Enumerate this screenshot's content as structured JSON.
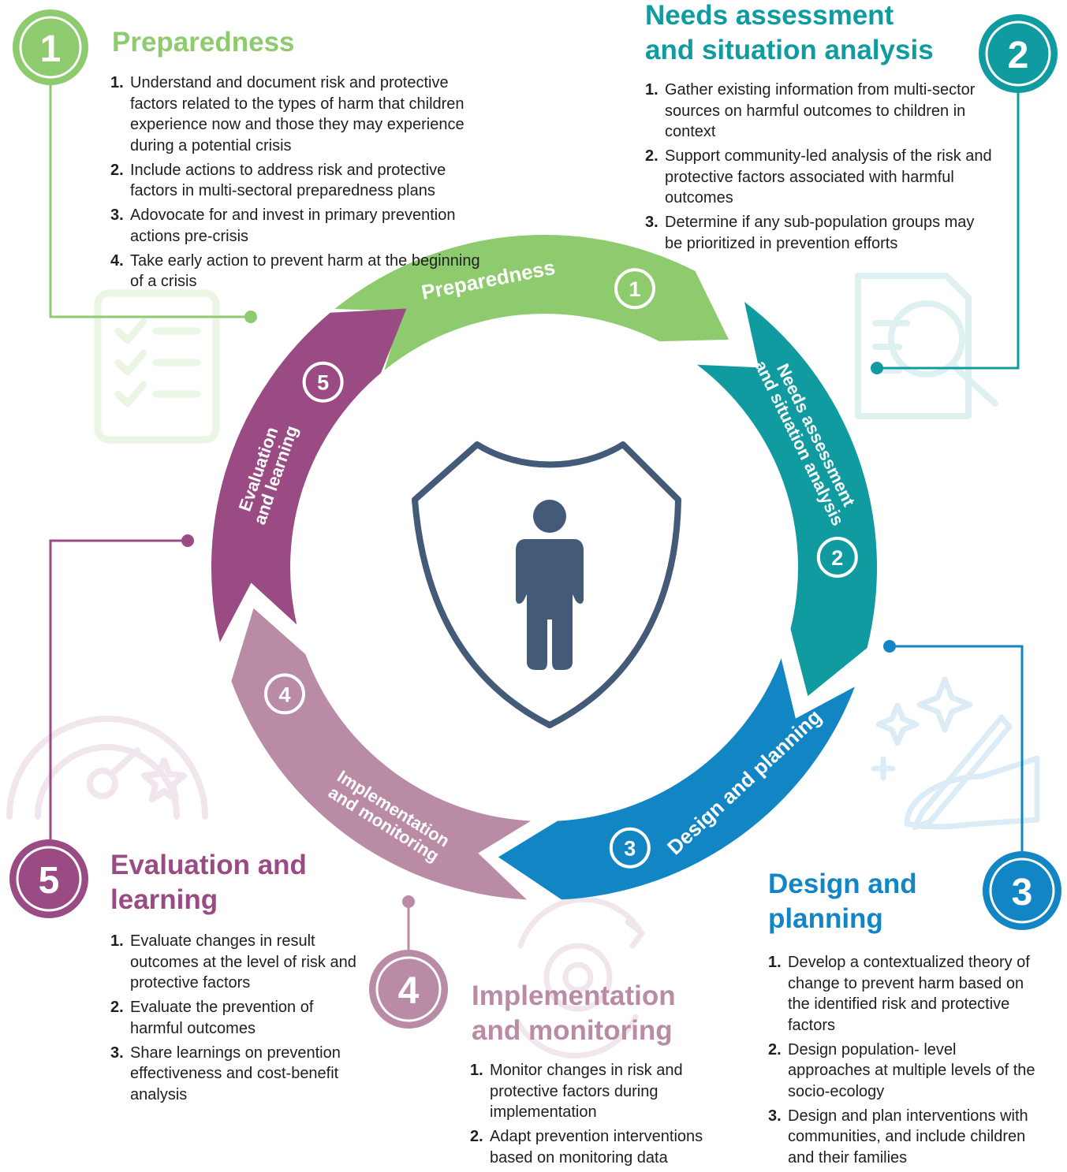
{
  "colors": {
    "green": "#8ecb6e",
    "teal": "#109ba1",
    "blue": "#1285c4",
    "mauve": "#b98ba5",
    "purple": "#9a4b83",
    "navy": "#435a79"
  },
  "center": {
    "icon": "shield-person-icon"
  },
  "stages": [
    {
      "number": "1",
      "ring_label": "Preparedness",
      "title_lines": [
        "Preparedness"
      ],
      "steps": [
        {
          "n": "1.",
          "text": "Understand and document risk and protective factors related to the types of harm that children experience now and those they may experience during a potential crisis"
        },
        {
          "n": "2.",
          "text": "Include actions to address risk and protective factors in multi-sectoral preparedness plans"
        },
        {
          "n": "3.",
          "text": "Adovocate for and invest in primary prevention actions pre-crisis"
        },
        {
          "n": "4.",
          "text": "Take early action to prevent harm at the beginning of a crisis"
        }
      ],
      "watermark_icon": "checklist-icon"
    },
    {
      "number": "2",
      "ring_label_lines": [
        "Needs assessment",
        "and situation analysis"
      ],
      "title_lines": [
        "Needs assessment",
        "and situation analysis"
      ],
      "steps": [
        {
          "n": "1.",
          "text": "Gather existing information from multi-sector sources on harmful outcomes to children in context"
        },
        {
          "n": "2.",
          "text": "Support community-led analysis of the risk and protective factors associated with harmful outcomes"
        },
        {
          "n": "3.",
          "text": "Determine if any sub-population groups may be prioritized in prevention efforts"
        }
      ],
      "watermark_icon": "document-search-icon"
    },
    {
      "number": "3",
      "ring_label": "Design and planning",
      "title_lines": [
        "Design and",
        "planning"
      ],
      "steps": [
        {
          "n": "1.",
          "text": "Develop a contextualized theory of change to prevent harm based on the identified risk and protective factors"
        },
        {
          "n": "2.",
          "text": "Design population- level approaches at multiple levels of the socio-ecology"
        },
        {
          "n": "3.",
          "text": "Design and plan interventions with communities, and include children and their families"
        }
      ],
      "watermark_icon": "hand-writing-sparkle-icon"
    },
    {
      "number": "4",
      "ring_label_lines": [
        "Implementation",
        "and monitoring"
      ],
      "title_lines": [
        "Implementation",
        "and monitoring"
      ],
      "steps": [
        {
          "n": "1.",
          "text": "Monitor changes in risk and protective factors during implementation"
        },
        {
          "n": "2.",
          "text": "Adapt prevention interventions based on monitoring data"
        }
      ],
      "watermark_icon": "gear-cycle-icon"
    },
    {
      "number": "5",
      "ring_label_lines": [
        "Evaluation",
        "and learning"
      ],
      "title_lines": [
        "Evaluation and",
        "learning"
      ],
      "steps": [
        {
          "n": "1.",
          "text": "Evaluate changes in result outcomes at the level of risk and protective factors"
        },
        {
          "n": "2.",
          "text": "Evaluate the prevention of harmful outcomes"
        },
        {
          "n": "3.",
          "text": "Share learnings on prevention effectiveness and cost-benefit analysis"
        }
      ],
      "watermark_icon": "gauge-star-icon"
    }
  ]
}
